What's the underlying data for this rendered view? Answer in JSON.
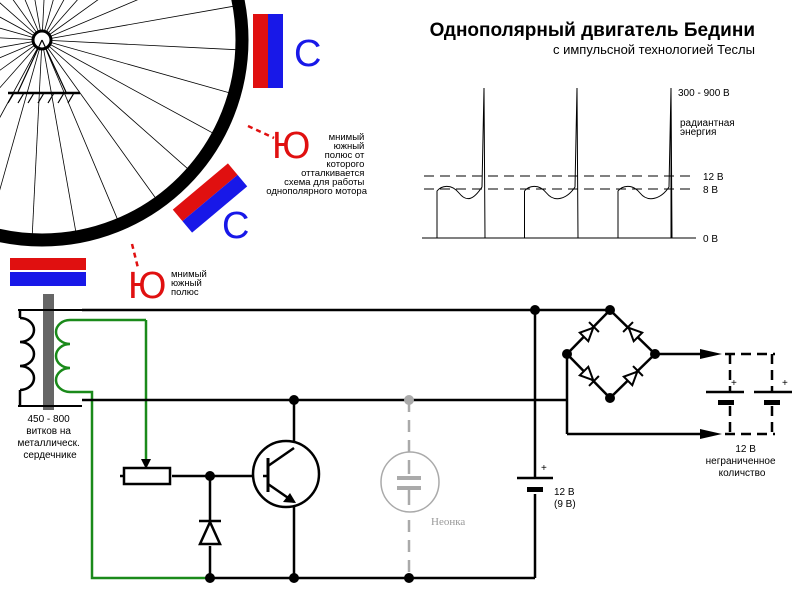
{
  "title": "Однополярный двигатель Бедини",
  "subtitle": "с импульсной технологией Теслы",
  "poles": {
    "north": "С",
    "south": "Ю"
  },
  "imaginary_pole_main": [
    "мнимый",
    "южный",
    "полюс от",
    "которого",
    "отталкивается",
    "схема для работы",
    "однополярного мотора"
  ],
  "imaginary_pole_bottom": [
    "мнимый",
    "южный",
    "полюс"
  ],
  "waveform_labels": {
    "peak": "300 - 900 В",
    "radiant": [
      "радиантная",
      "энергия"
    ],
    "v12": "12 В",
    "v8": "8 В",
    "v0": "0 В"
  },
  "coil_label": [
    "450 - 800",
    "витков на",
    "металлическ.",
    "сердечнике"
  ],
  "battery_label": [
    "12 В",
    "(9 В)"
  ],
  "neon_label": "Неонка",
  "output_label": [
    "12 В",
    "неграниченное",
    "количство"
  ],
  "plus_sign": "+",
  "colors": {
    "north": "#1818e8",
    "south": "#e01010",
    "wire": "#000000",
    "trigger_wire": "#1a8a1a",
    "wheel": "#000000",
    "neon": "#aaaaaa"
  }
}
